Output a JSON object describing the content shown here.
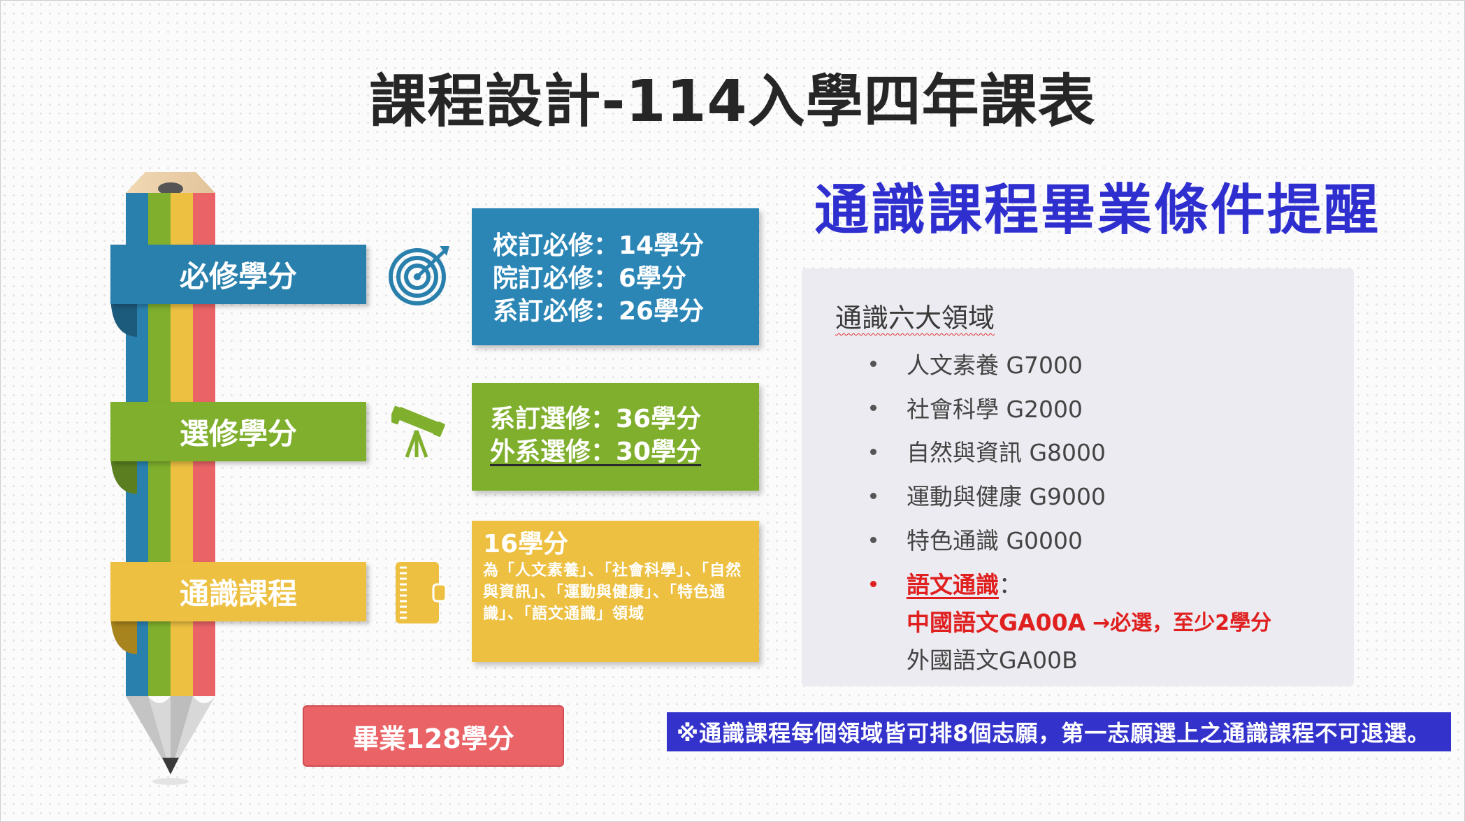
{
  "title": "課程設計-114入學四年課表",
  "subtitle": "通識課程畢業條件提醒",
  "required": {
    "label": "必修學分",
    "lines": [
      "校訂必修：14學分",
      "院訂必修：6學分",
      "系訂必修：26學分"
    ],
    "icon": "target-icon",
    "color": "#2a80ad"
  },
  "elective": {
    "label": "選修學分",
    "lines": [
      "系訂選修：36學分",
      "外系選修：30學分"
    ],
    "icon": "telescope-icon",
    "color": "#7faf2d"
  },
  "general": {
    "label": "通識課程",
    "credits": "16學分",
    "description": "為「人文素養」、「社會科學」、「自然與資訊」、「運動與健康」、「特色通識」、「語文通識」領域",
    "icon": "notebook-icon",
    "color": "#edc042"
  },
  "graduation": {
    "label": "畢業128學分",
    "color": "#ea6467"
  },
  "panel": {
    "title": "通識六大領域",
    "items": [
      "人文素養 G7000",
      "社會科學 G2000",
      "自然與資訊 G8000",
      "運動與健康 G9000",
      "特色通識 G0000"
    ],
    "language": {
      "label": "語文通識",
      "colon": "：",
      "chinese": "中國語文GA00A",
      "chinese_note": "→必選，至少2學分",
      "foreign": "外國語文GA00B"
    }
  },
  "notice": "※通識課程每個領域皆可排8個志願，第一志願選上之通識課程不可退選。"
}
